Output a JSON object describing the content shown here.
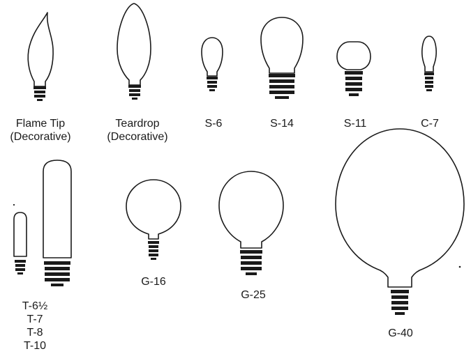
{
  "bulbs": {
    "flame_tip": {
      "name": "Flame Tip",
      "sub": "(Decorative)"
    },
    "teardrop": {
      "name": "Teardrop",
      "sub": "(Decorative)"
    },
    "s6": {
      "name": "S-6"
    },
    "s14": {
      "name": "S-14"
    },
    "s11": {
      "name": "S-11"
    },
    "c7": {
      "name": "C-7"
    },
    "tubular": {
      "names": [
        "T-6½",
        "T-7",
        "T-8",
        "T-10"
      ]
    },
    "g16": {
      "name": "G-16"
    },
    "g25": {
      "name": "G-25"
    },
    "g40": {
      "name": "G-40"
    }
  },
  "colors": {
    "ink": "#1a1a1a",
    "background": "#ffffff"
  }
}
